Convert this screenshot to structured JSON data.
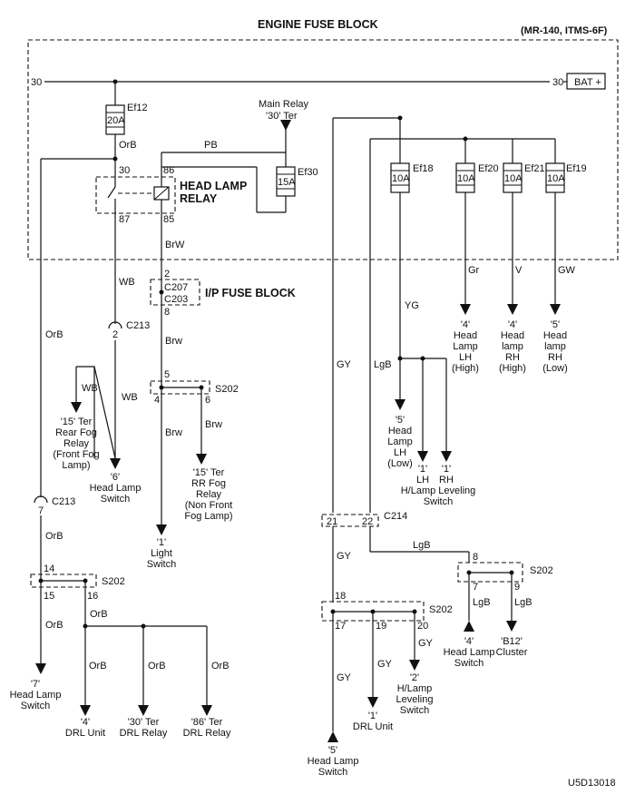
{
  "titles": {
    "main": "ENGINE FUSE BLOCK",
    "model": "(MR-140, ITMS-6F)",
    "ip_fuse": "I/P FUSE BLOCK",
    "code": "U5D13018"
  },
  "bus": {
    "left": "30",
    "right": "30",
    "bat": "BAT +"
  },
  "fuses": {
    "ef12": {
      "name": "Ef12",
      "amp": "20A"
    },
    "ef30": {
      "name": "Ef30",
      "amp": "15A"
    },
    "ef18": {
      "name": "Ef18",
      "amp": "10A"
    },
    "ef20": {
      "name": "Ef20",
      "amp": "10A"
    },
    "ef21": {
      "name": "Ef21",
      "amp": "10A"
    },
    "ef19": {
      "name": "Ef19",
      "amp": "10A"
    }
  },
  "relay": {
    "line1": "HEAD LAMP",
    "line2": "RELAY",
    "pin30": "30",
    "pin86": "86",
    "pin87": "87",
    "pin85": "85"
  },
  "main_relay": {
    "line1": "Main Relay",
    "line2": "'30' Ter"
  },
  "wires": {
    "orb": "OrB",
    "pb": "PB",
    "brw_up": "BrW",
    "wb": "WB",
    "brw": "Brw",
    "gr": "Gr",
    "v": "V",
    "gw": "GW",
    "yg": "YG",
    "lgb": "LgB",
    "gy": "GY"
  },
  "connectors": {
    "c207": "C207",
    "c203": "C203",
    "c207_pin": "2",
    "c203_pin": "8",
    "c213": "C213",
    "c213_pin2": "2",
    "c213_pin7": "7",
    "c214": "C214",
    "c214_pin21": "21",
    "c214_pin22": "22"
  },
  "splices": {
    "s202": "S202",
    "s202_a": {
      "in": "5",
      "out1": "4",
      "out2": "6"
    },
    "s202_b": {
      "in": "14",
      "out1": "15",
      "out2": "16"
    },
    "s202_c": {
      "in": "18",
      "out1": "17",
      "out2": "19",
      "out3": "20"
    },
    "s202_d": {
      "in": "8",
      "out1": "7",
      "out2": "9"
    }
  },
  "terminals": {
    "lh_high": [
      "'4'",
      "Head",
      "Lamp",
      "LH",
      "(High)"
    ],
    "rh_high": [
      "'4'",
      "Head",
      "lamp",
      "RH",
      "(High)"
    ],
    "rh_low": [
      "'5'",
      "Head",
      "lamp",
      "RH",
      "(Low)"
    ],
    "lh_low": [
      "'5'",
      "Head",
      "Lamp",
      "LH",
      "(Low)"
    ],
    "lev_lh": "'1'",
    "lev_rh": "'1'",
    "lev_lh_lbl": "LH",
    "lev_rh_lbl": "RH",
    "lev_name": [
      "H/Lamp Leveling",
      "Switch"
    ],
    "rear_fog": [
      "'15' Ter",
      "Rear Fog",
      "Relay",
      "(Front Fog",
      "Lamp)"
    ],
    "hl_sw6": [
      "'6'",
      "Head Lamp",
      "Switch"
    ],
    "rr_fog": [
      "'15' Ter",
      "RR Fog",
      "Relay",
      "(Non Front",
      "Fog Lamp)"
    ],
    "light_sw": [
      "'1'",
      "Light",
      "Switch"
    ],
    "hl_sw7": [
      "'7'",
      "Head Lamp",
      "Switch"
    ],
    "drl_unit4": [
      "'4'",
      "DRL Unit"
    ],
    "drl_relay30": [
      "'30' Ter",
      "DRL Relay"
    ],
    "drl_relay86": [
      "'86' Ter",
      "DRL Relay"
    ],
    "drl_unit1": [
      "'1'",
      "DRL Unit"
    ],
    "hl_lev2": [
      "'2'",
      "H/Lamp",
      "Leveling",
      "Switch"
    ],
    "hl_sw5": [
      "'5'",
      "Head Lamp",
      "Switch"
    ],
    "hl_sw4": [
      "'4'",
      "Head Lamp",
      "Switch"
    ],
    "cluster": [
      "'B12'",
      "Cluster"
    ]
  }
}
